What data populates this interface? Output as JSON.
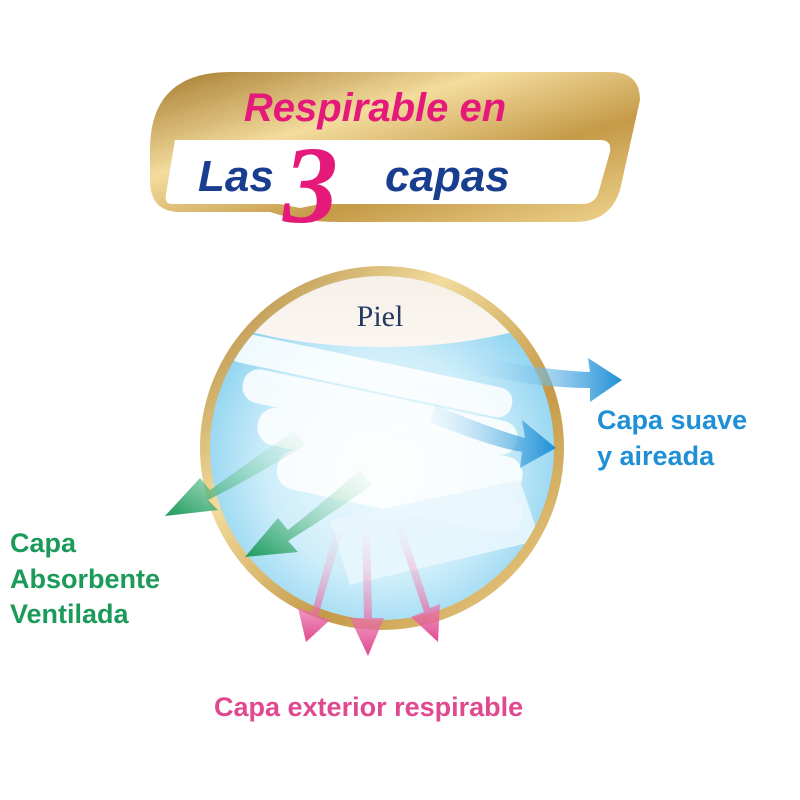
{
  "banner": {
    "line1": "Respirable en",
    "line2_before": "Las",
    "number": "3",
    "line2_after": "capas"
  },
  "diagram": {
    "skin_label": "Piel",
    "layers": {
      "top": {
        "lines": [
          "Capa suave",
          "y aireada"
        ],
        "color": "#1f8fd6"
      },
      "middle": {
        "lines": [
          "Capa",
          "Absorbente",
          "Ventilada"
        ],
        "color": "#1b9a5a"
      },
      "outer": {
        "lines": [
          "Capa exterior respirable"
        ],
        "color": "#e0488f"
      }
    }
  },
  "colors": {
    "gold": "#c9a45c",
    "pink": "#e5197a",
    "navy": "#1a3e8f"
  }
}
